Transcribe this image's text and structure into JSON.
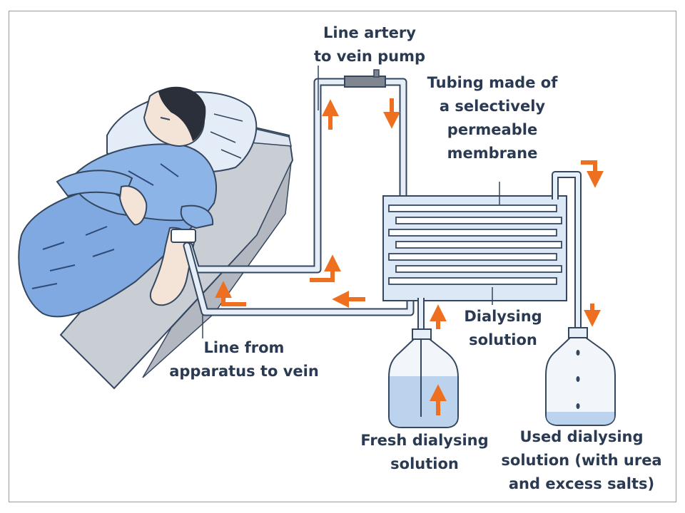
{
  "diagram": {
    "labels": {
      "pump": [
        "Line artery",
        "to vein pump"
      ],
      "tubing": [
        "Tubing made of",
        "a selectively",
        "permeable",
        "membrane"
      ],
      "line_vein": [
        "Line from",
        "apparatus to vein"
      ],
      "dialysing": [
        "Dialysing",
        "solution"
      ],
      "fresh": [
        "Fresh dialysing",
        "solution"
      ],
      "used": [
        "Used dialysing",
        "solution (with urea",
        "and excess salts)"
      ]
    },
    "colors": {
      "arrow": "#ee6f1f",
      "fluid_blue": "#bcd3ee",
      "line": "#35475f",
      "pajama": "#7fa9e0",
      "bed": "#cfd3d9"
    }
  }
}
